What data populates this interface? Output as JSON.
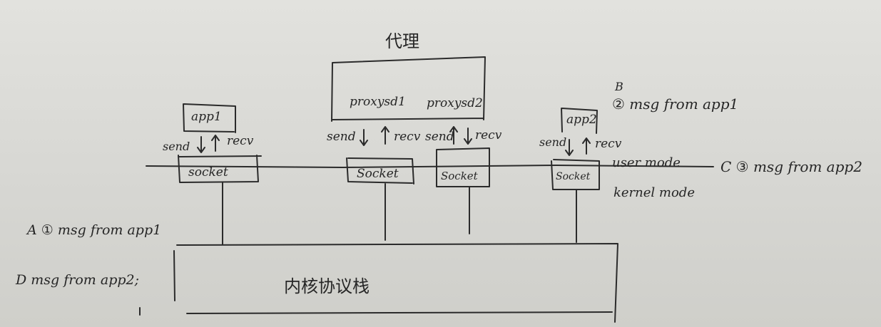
{
  "title": "代理",
  "processes": {
    "app1": "app1",
    "app2": "app2",
    "proxy_sd1": "proxysd1",
    "proxy_sd2": "proxysd2"
  },
  "arrows": {
    "send": "send",
    "recv": "recv"
  },
  "sockets": {
    "app1": "socket",
    "proxy1": "Socket",
    "proxy2": "Socket",
    "app2": "Socket"
  },
  "modes": {
    "user": "user mode",
    "kernel": "kernel mode"
  },
  "kernel_box": "内核协议栈",
  "steps": {
    "a": {
      "letter": "A",
      "marker": "①",
      "text": "msg from app1"
    },
    "b": {
      "letter": "B",
      "marker": "②",
      "text": "msg from app1"
    },
    "c": {
      "letter": "C",
      "marker": "③",
      "text": "msg from app2"
    },
    "d": {
      "letter": "D",
      "text": "msg from app2;"
    }
  }
}
